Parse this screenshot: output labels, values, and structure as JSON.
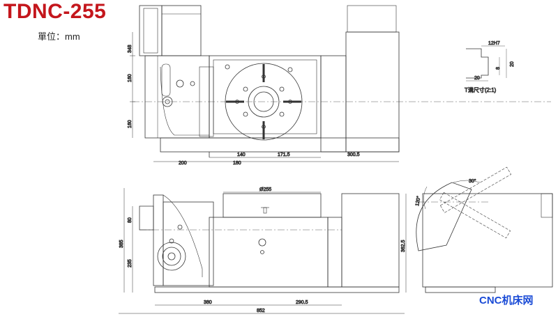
{
  "header": {
    "title": "TDNC-255",
    "unit_label": "單位：mm"
  },
  "detail": {
    "caption": "T溝尺寸(2:1)",
    "dims": {
      "width_top": "12H7",
      "depth": "20",
      "width_bottom": "20",
      "neck": "8"
    }
  },
  "top_view": {
    "dims": {
      "height_upper": "348",
      "height_mid": "160",
      "height_lower": "160",
      "width_left": "200",
      "width_center": "180",
      "offset_140": "140",
      "offset_1715": "171.5",
      "width_right": "300.5"
    }
  },
  "front_view": {
    "dims": {
      "table_dia": "Ø255",
      "height_80": "80",
      "height_total": "385",
      "height_235": "235",
      "height_right": "362.5",
      "width_380": "380",
      "width_2905": "290.5",
      "width_total": "852"
    }
  },
  "side_view": {
    "dims": {
      "angle_30": "30°",
      "angle_120": "120°"
    }
  },
  "watermark": "CNC机床网",
  "colors": {
    "title": "#c4161c",
    "line": "#333333",
    "watermark": "#1a4bd6"
  }
}
